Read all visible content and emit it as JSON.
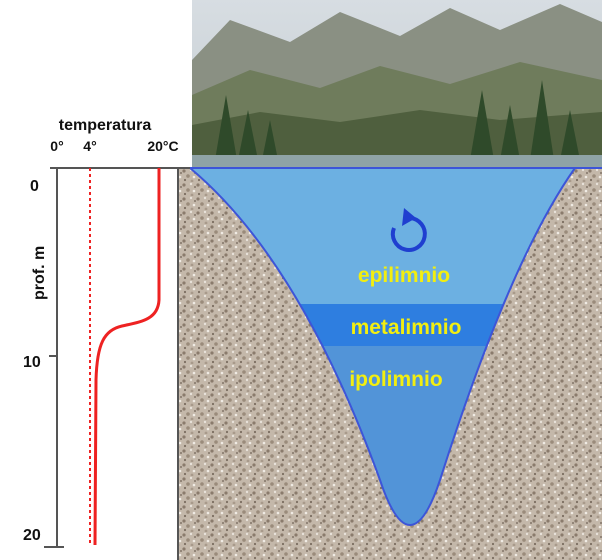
{
  "diagram": {
    "temperature_axis": {
      "title": "temperatura",
      "ticks": [
        "0°",
        "4°",
        "20°C"
      ]
    },
    "depth_axis": {
      "title": "prof. m",
      "ticks": [
        "0",
        "10",
        "20"
      ]
    },
    "layers": {
      "epilimnion": "epilimnio",
      "metalimnion": "metalimnio",
      "hypolimnion": "ipolimnio"
    },
    "colors": {
      "epilimnion": "#6cb0e2",
      "metalimnion": "#2e7ee0",
      "hypolimnion": "#5294d8",
      "temperature_curve": "#ee2222",
      "reference_4c_line": "#ee2222",
      "label_text": "#f2ee10",
      "soil": "#b9ad9f",
      "circulation_arrow": "#1f3fd0"
    },
    "icons": {
      "circulation": "circular-arrow-icon"
    }
  }
}
